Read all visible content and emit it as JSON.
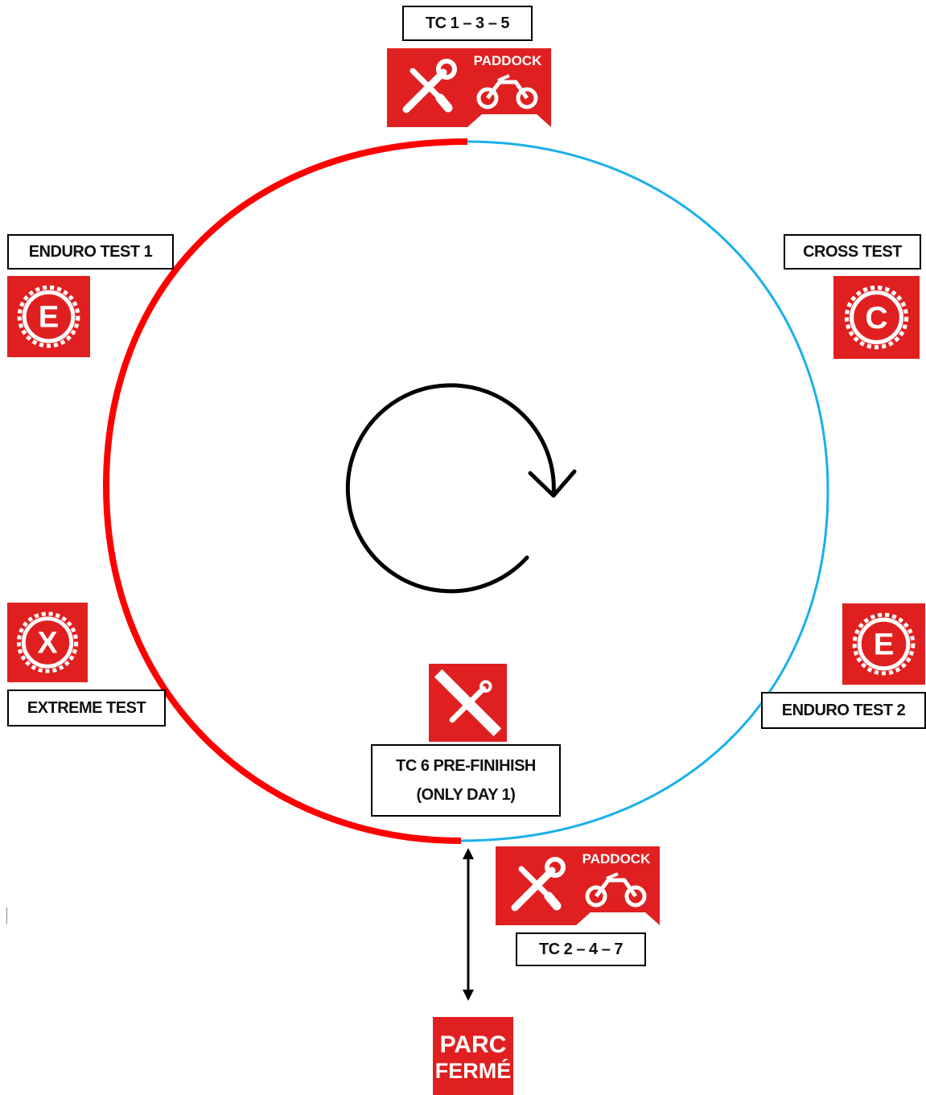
{
  "colors": {
    "red_sign": "#e02020",
    "track_red": "#ff0000",
    "track_blue": "#1ab0ea",
    "arrow": "#000000",
    "label_border": "#000000"
  },
  "labels": {
    "tc_top": "TC 1 – 3 – 5",
    "enduro_test_1": "ENDURO TEST 1",
    "cross_test": "CROSS TEST",
    "extreme_test": "EXTREME TEST",
    "enduro_test_2": "ENDURO TEST 2",
    "tc6_line1": "TC 6 PRE-FINIHISH",
    "tc6_line2": "(ONLY DAY 1)",
    "tc_bottom": "TC 2 – 4 – 7"
  },
  "signs": {
    "paddock_top": {
      "icons": [
        "wrench-screwdriver-icon",
        "motorbike-icon"
      ],
      "text": "PADDOCK"
    },
    "enduro_test_1": {
      "icon": "gear-circle-icon",
      "letter": "E"
    },
    "cross_test": {
      "icon": "gear-circle-icon",
      "letter": "C"
    },
    "extreme_test": {
      "icon": "gear-circle-icon",
      "letter": "X"
    },
    "enduro_test_2": {
      "icon": "gear-circle-icon",
      "letter": "E"
    },
    "tc6_prefinish": {
      "icon": "crossed-out-service-icon"
    },
    "paddock_bottom": {
      "icons": [
        "wrench-screwdriver-icon",
        "motorbike-icon"
      ],
      "text": "PADDOCK"
    },
    "parc_ferme": {
      "line1": "PARC",
      "line2": "FERMÉ"
    }
  }
}
